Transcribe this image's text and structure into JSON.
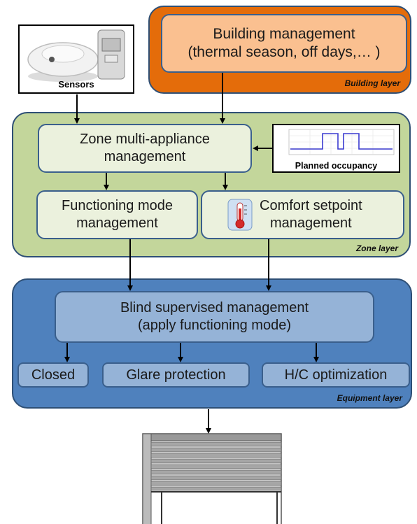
{
  "layers": {
    "building": "Building layer",
    "zone": "Zone layer",
    "equipment": "Equipment layer"
  },
  "nodes": {
    "sensors": "Sensors",
    "building_mgmt_line1": "Building management",
    "building_mgmt_line2": "(thermal season, off days,… )",
    "zone_mgmt_line1": "Zone multi-appliance",
    "zone_mgmt_line2": "management",
    "planned_occupancy": "Planned occupancy",
    "functioning_line1": "Functioning mode",
    "functioning_line2": "management",
    "comfort_line1": "Comfort setpoint",
    "comfort_line2": "management",
    "blind_line1": "Blind supervised management",
    "blind_line2": "(apply functioning mode)",
    "closed": "Closed",
    "glare": "Glare protection",
    "hc": "H/C optimization"
  },
  "colors": {
    "building_layer": "#e46c0a",
    "zone_layer": "#c3d69b",
    "equipment_layer": "#4f81bd",
    "box_border": "#3a5f8c"
  }
}
